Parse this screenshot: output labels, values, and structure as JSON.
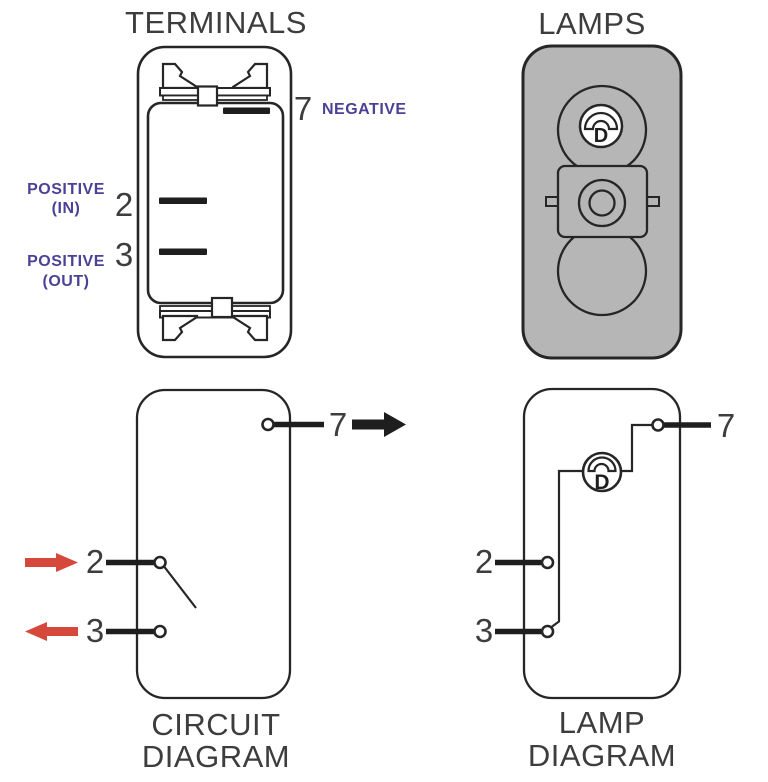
{
  "colors": {
    "line": "#262626",
    "text_dark": "#3d3d3d",
    "label_purple": "#4b4196",
    "arrow_red": "#d6483b",
    "arrow_black": "#1e1e1e",
    "switch_gray": "#b6b6b6",
    "white": "#ffffff"
  },
  "terminals_panel": {
    "title": "TERMINALS",
    "terminal_7": {
      "number": "7",
      "label": "NEGATIVE"
    },
    "terminal_2": {
      "number": "2",
      "label_line1": "POSITIVE",
      "label_line2": "(IN)"
    },
    "terminal_3": {
      "number": "3",
      "label_line1": "POSITIVE",
      "label_line2": "(OUT)"
    }
  },
  "lamps_panel": {
    "title": "LAMPS",
    "lamp_label": "D"
  },
  "circuit_diagram": {
    "caption_line1": "CIRCUIT",
    "caption_line2": "DIAGRAM",
    "terminal_7": "7",
    "terminal_2": "2",
    "terminal_3": "3"
  },
  "lamp_diagram": {
    "caption_line1": "LAMP",
    "caption_line2": "DIAGRAM",
    "terminal_7": "7",
    "terminal_2": "2",
    "terminal_3": "3",
    "lamp_label": "D"
  }
}
